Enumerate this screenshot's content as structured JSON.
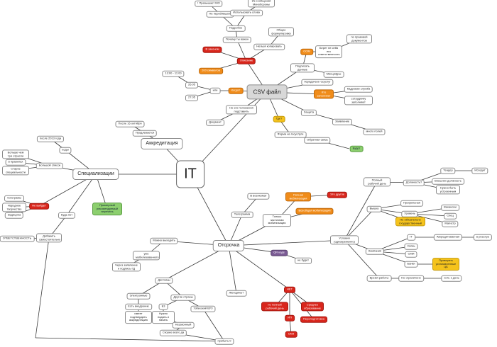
{
  "nodes": {
    "it": "IT",
    "csv": "CSV файл",
    "otsrochka": "Отсрочка",
    "specializacii": "Специализации",
    "akkreditaciya": "Аккредитация",
    "prodlevaetsya": "Продлевается",
    "posle16": "После 16 октября",
    "zapreshen": "! Превышает МО",
    "ne_perebivayut": "Не перебившать",
    "ispolzovat_slova": "Использовать слова",
    "iz_soobsheniy": "Из сообщений Минобороны",
    "podrobno": "Подробно",
    "pochemu_vazhen": "Почему ты важен",
    "obshee": "Общее формулировку",
    "nelzya": "Нельзя копировать",
    "v_zakonom": "В законом",
    "opisanie": "Описание",
    "t1300": "13:00 - 11:00",
    "d2605": "26.05",
    "kogda": "Когда?",
    "ili": "или",
    "d2705": "27.05",
    "s200": "200 символов",
    "ne_ego": "Не его положения подставить",
    "dokument": "Документ",
    "oom": "ООМ",
    "berut": "Берет не себя его ответственность",
    "po_pravovoy": "по правовой документов",
    "podpisat": "Подписать данные",
    "minceft": "Минцифры",
    "peredat": "передача в госуслуг",
    "kto_zapolnyaet": "Кто заполняет",
    "kadrovaya": "Кадровая служба",
    "sotrudnik": "сотруднику заполняют",
    "gde": "Где?",
    "zayavleniye": "Заявление",
    "zaschita": "Защита",
    "mnogo": "много полей",
    "forma": "Форма на госуслуги",
    "obratnaya": "Обратная связь",
    "budet": "Будет",
    "posle2013": "после 2013 года",
    "kody": "коды",
    "bolshe_chem": "Больше чем три отрасли",
    "bolshoy_spisok": "Большой список",
    "v_pravilakh": "в правилах",
    "staroe": "Старое специальности",
    "telecom": "телеграмы",
    "narodnoe": "Народное творчество",
    "medicina": "медицина",
    "ne_vydet": "Не выйдет",
    "primernyy": "Примерный рекомендуемый перечень",
    "budu_net": "Будь нет",
    "otvetstvennost": "ОТВЕТСТВЕННОСТЬ",
    "dobavit": "Добавить самостоятельно",
    "polnyy": "Полный рабочий день",
    "dolzhnost": "Должность?",
    "tender": "Тендер",
    "ishodit": "Исходит",
    "vneshnih": "Внешних должность",
    "nuzhno_byt": "Нужно быть устроенным",
    "vyshka": "Вышка",
    "profilnaya": "Профильная",
    "vakansii": "Вакансии",
    "uroven": "Уровень",
    "spec": "Спец",
    "ne_obyazatelno": "Не обязательно государственный",
    "magistr": "Магистр",
    "it_k": "IT",
    "akkreditovannaya": "Аккредитованная",
    "v_reestre": "в реестре",
    "svyaz": "Связь",
    "smi": "СМИ",
    "kompaniya": "Компания",
    "banki": "Банки",
    "proverka": "Проверить установленные ЦБ",
    "vremya_raboty": "Время работы",
    "ne_ogranicheno": "Не ограничено",
    "ne_menee": "хоть 1 день",
    "usloviya": "Условия (одновременно)",
    "v_vienkomat": "В военкомат",
    "telegrama": "Телеграмма",
    "tolko": "Только частичная мобилизация",
    "polnaya": "Полная мобилизация",
    "eto_drugoe": "Это другое",
    "vseobshaya": "Всеобщая мобилизация",
    "mozhno": "Можно выходить",
    "uzhe": "уже мобилизованного",
    "cherez": "Через заявление и подпись ГД",
    "qr": "QR коде",
    "ne_budet": "не будет",
    "diplomy": "Дипломы",
    "elektronnye": "Электронные",
    "est_vnedrenie": "Есть внедрение",
    "imeet_kachestvo": "имеет подтвердить аккредитацию",
    "drugie_strany": "Другие страны",
    "b3": "Б3",
    "uzbekskiy": "Узбекский ВУЗ",
    "nuzhno": "Нужно подать и начать",
    "neshanniy": "Незаконный",
    "skoree": "Скорее всего да",
    "prebyt": "пребыть 0",
    "zhenshchiny": "Женщины?",
    "net": "НЕТ",
    "ne_polnyy": "не полный рабочий день",
    "srednee": "Среднее образование",
    "ip": "ИП",
    "pere": "Переподготовка",
    "smz": "СМЗ"
  }
}
